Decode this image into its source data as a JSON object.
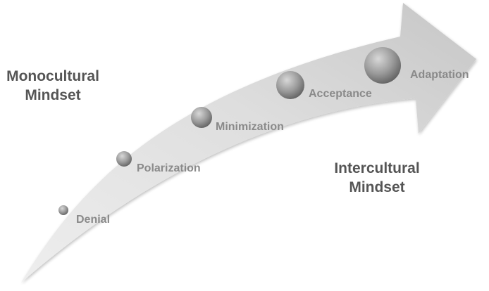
{
  "left_heading": {
    "line1": "Monocultural",
    "line2": "Mindset"
  },
  "right_heading": {
    "line1": "Intercultural",
    "line2": "Mindset"
  },
  "stages": [
    {
      "label": "Denial"
    },
    {
      "label": "Polarization"
    },
    {
      "label": "Minimization"
    },
    {
      "label": "Acceptance"
    },
    {
      "label": "Adaptation"
    }
  ],
  "colors": {
    "arrow_light": "#ececec",
    "arrow_dark": "#c4c4c4",
    "sphere_light": "#d6d6d6",
    "sphere_dark": "#5e5e5e",
    "label_text": "#8a8a8a",
    "heading_text": "#555555"
  }
}
